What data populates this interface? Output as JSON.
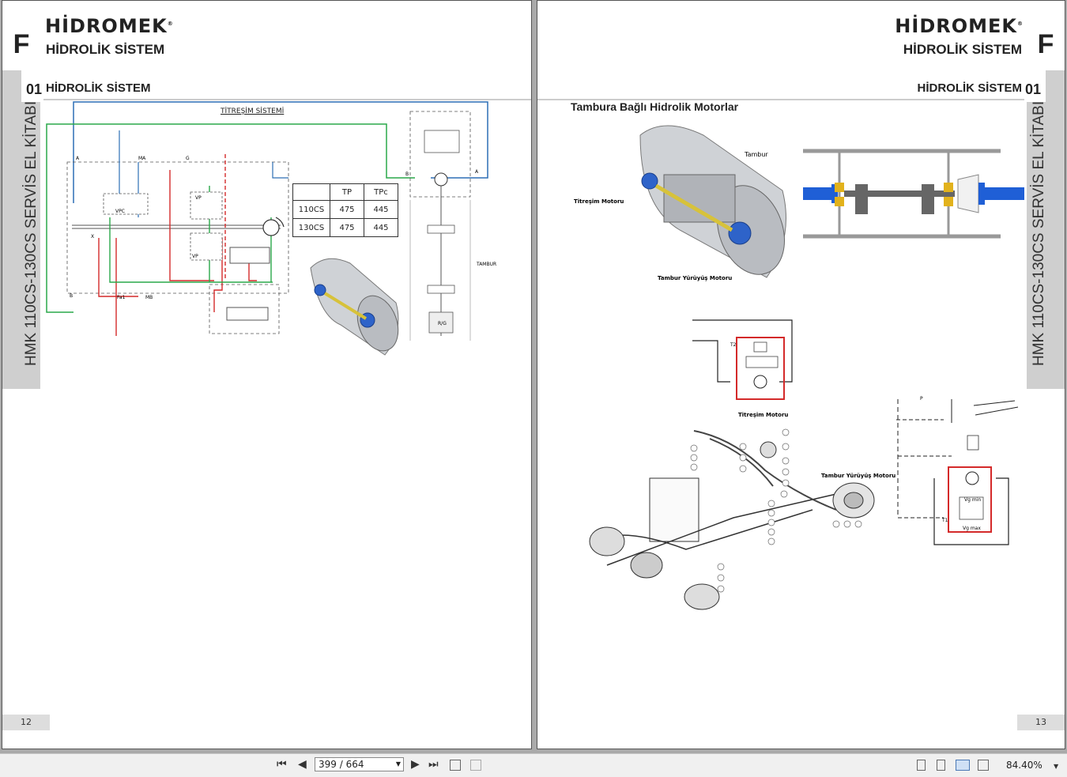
{
  "document": {
    "brand": "HİDROMEK",
    "chapter_letter": "F",
    "chapter_title": "HİDROLİK SİSTEM",
    "section_number": "01",
    "section_title": "HİDROLİK SİSTEM",
    "side_tab_text": "HMK 110CS-130CS SERVİS EL KİTABI"
  },
  "left_page": {
    "page_number": "12",
    "diagram_title": "TİTREŞİM SİSTEMİ",
    "port_labels": {
      "a": "A",
      "b": "B",
      "ma": "MA",
      "mb": "MB",
      "g": "G",
      "fa1": "Fa1",
      "x": "X",
      "vpc": "VPC",
      "vp1": "VP",
      "vp2": "VP",
      "tambur": "TAMBUR",
      "rg": "R/G",
      "b2": "B",
      "a2": "A"
    },
    "table": {
      "headers": [
        "",
        "TP",
        "TPc"
      ],
      "rows": [
        [
          "110CS",
          "475",
          "445"
        ],
        [
          "130CS",
          "475",
          "445"
        ]
      ]
    }
  },
  "right_page": {
    "page_number": "13",
    "heading": "Tambura Bağlı Hidrolik Motorlar",
    "labels": {
      "tambur": "Tambur",
      "titresim_motoru": "Titreşim Motoru",
      "tambur_yuruyus_motoru": "Tambur Yürüyüş Motoru",
      "titresim_motoru_2": "Titreşim Motoru",
      "tambur_yuruyus_motoru_2": "Tambur Yürüyüş Motoru",
      "vg_min": "Vg min",
      "vg_max": "Vg max",
      "t1": "T1",
      "t2": "T2",
      "p": "P"
    }
  },
  "viewer": {
    "page_indicator": "399 / 664",
    "zoom": "84.40%"
  },
  "colors": {
    "blue_line": "#2d6fb5",
    "green_line": "#2aa84a",
    "red_line": "#d42a2a",
    "motor_blue": "#1f5fd6",
    "tab_gray": "#cfcfcf"
  }
}
